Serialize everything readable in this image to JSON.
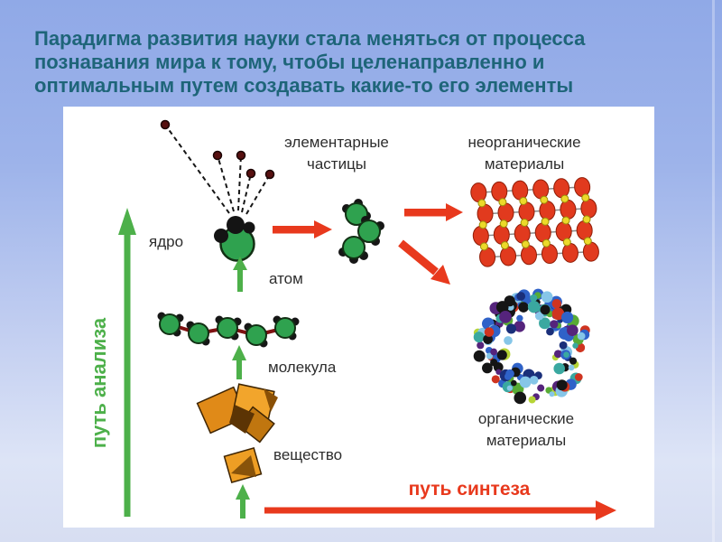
{
  "slide": {
    "title_lines": [
      "Парадигма развития науки стала меняться от процесса",
      "познавания мира к тому, чтобы целенаправленно и",
      "оптимальным путем создавать какие-то его элементы"
    ]
  },
  "diagram": {
    "labels": {
      "elementary_particles": "элементарные\nчастицы",
      "inorganic_materials": "неорганические\nматериалы",
      "organic_materials": "органические\nматериалы",
      "nucleus": "ядро",
      "atom": "атом",
      "molecule": "молекула",
      "substance": "вещество",
      "analysis_path": "путь анализа",
      "synthesis_path": "путь синтеза"
    },
    "colors": {
      "analysis_green": "#4db04a",
      "synthesis_red": "#e8391d",
      "title_teal": "#1e6579",
      "label_dark": "#2d2d2d"
    }
  }
}
